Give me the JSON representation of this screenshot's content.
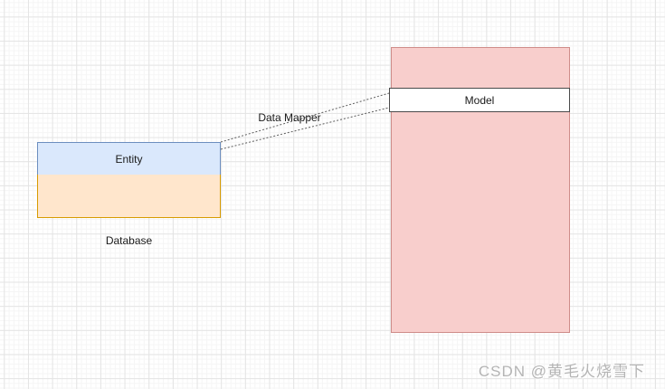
{
  "canvas": {
    "background": "#ffffff",
    "grid_minor_color": "#f5f5f5",
    "grid_major_color": "#e4e4e4"
  },
  "diagram": {
    "nodes": {
      "entity": {
        "label": "Entity",
        "fill": "#dae8fc",
        "border": "#6c8ebf"
      },
      "database": {
        "label": "Database",
        "fill": "#ffe6cc",
        "border": "#d79b00"
      },
      "model_container": {
        "fill": "#f8cecc",
        "border": "#cf8d8a"
      },
      "model": {
        "label": "Model",
        "fill": "#ffffff",
        "border": "#4a4a4a"
      }
    },
    "edge": {
      "label": "Data Mapper",
      "color": "#5e5e5e",
      "style": "dotted"
    }
  },
  "watermark": {
    "text": "CSDN @黄毛火烧雪下",
    "color": "#b4b4b4"
  }
}
